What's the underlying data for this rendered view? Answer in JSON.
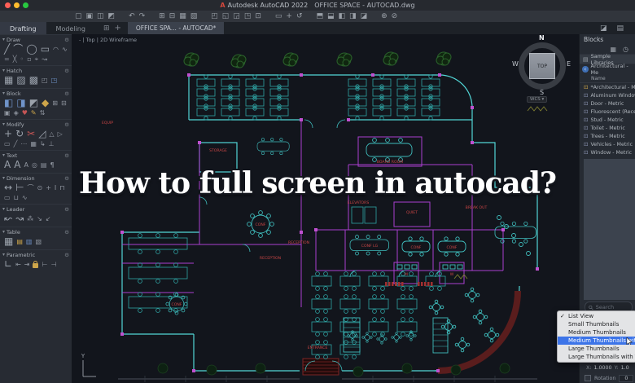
{
  "window": {
    "app_title": "Autodesk AutoCAD 2022",
    "doc_title": "OFFICE SPACE - AUTOCAD.dwg"
  },
  "toolbar": {
    "groups": [
      [
        "▢",
        "▣",
        "◫",
        "◩"
      ],
      [
        "↶",
        "↷"
      ],
      [
        "⊞",
        "⊟",
        "▦",
        "▧"
      ],
      [
        "◰",
        "◱",
        "◲",
        "◳",
        "⊡"
      ],
      [
        "▭",
        "+",
        "↺"
      ],
      [
        "⬒",
        "⬓",
        "◧",
        "◨",
        "◪"
      ],
      [
        "⊕",
        "⊘"
      ]
    ]
  },
  "tabs": {
    "drafting": "Drafting",
    "modeling": "Modeling",
    "overview_icon": "⊞",
    "new_tab": "+",
    "file_tab": "OFFICE SPA... - AUTOCAD*"
  },
  "viewport": {
    "controls": "-  |  Top  |  2D Wireframe"
  },
  "viewcube": {
    "n": "N",
    "e": "E",
    "s": "S",
    "w": "W",
    "top": "TOP",
    "wcs": "WCS ▾"
  },
  "overlay": {
    "title": "How to full screen in autocad?"
  },
  "palette": {
    "sections": [
      {
        "name": "Draw",
        "big": [
          "╱",
          "⌒",
          "◯",
          "▭"
        ],
        "small": [
          "◠",
          "∿",
          "=",
          "╳",
          "◦",
          "▫",
          "⌖",
          "↝"
        ]
      },
      {
        "name": "Hatch",
        "big": [
          "▦",
          "▨",
          "▩"
        ],
        "small": [
          "◰",
          "b:◳"
        ]
      },
      {
        "name": "Block",
        "big": [
          "b:◧",
          "b:◨",
          "◩",
          "g:◆"
        ],
        "small": [
          "⊞",
          "⊟",
          "▣",
          "◈",
          "r:♥",
          "g:✎",
          "⇅"
        ]
      },
      {
        "name": "Modify",
        "big": [
          "+",
          "↻",
          "r:✂",
          "◿"
        ],
        "small": [
          "△",
          "▷",
          "▭",
          "╱",
          "⋯",
          "▦",
          "↳",
          "⊥"
        ]
      },
      {
        "name": "Text",
        "big": [
          "A",
          "A"
        ],
        "small": [
          "A",
          "◎",
          "▤",
          "¶"
        ]
      },
      {
        "name": "Dimension",
        "big": [
          "↔",
          "⊢"
        ],
        "small": [
          "⌒",
          "⊙",
          "+",
          "I",
          "⊓",
          "▭",
          "⊔",
          "∿"
        ]
      },
      {
        "name": "Leader",
        "big": [
          "↜",
          "↝"
        ],
        "small": [
          "⁂",
          "↘",
          "↙"
        ]
      },
      {
        "name": "Table",
        "big": [
          "▦"
        ],
        "small": [
          "g:▤",
          "b:▥",
          "▧"
        ]
      },
      {
        "name": "Parametric",
        "big": [
          "∟"
        ],
        "small": [
          "⇤",
          "⇥",
          "LOCK",
          "⊢",
          "⊣"
        ]
      }
    ]
  },
  "blocks_panel": {
    "title": "Blocks",
    "tabbar_icons": [
      "◪",
      "▤"
    ],
    "header_icons": [
      "▦",
      "◷"
    ],
    "sample_libraries": "Sample Libraries",
    "current_library": "Architectural - Me",
    "name_column": "Name",
    "items": [
      "*Architectural - M...",
      "Aluminum Window...",
      "Door - Metric",
      "Fluorescent (Rece...",
      "Stud - Metric",
      "Toilet - Metric",
      "Trees - Metric",
      "Vehicles - Metric",
      "Window - Metric"
    ]
  },
  "search": {
    "placeholder": "Search"
  },
  "dropdown": {
    "items": [
      {
        "label": "List View",
        "checked": true
      },
      {
        "label": "Small Thumbnails"
      },
      {
        "label": "Medium Thumbnails"
      },
      {
        "label": "Medium Thumbnails wit",
        "highlighted": true
      },
      {
        "label": "Large Thumbnails"
      },
      {
        "label": "Large Thumbnails with T"
      }
    ]
  },
  "transform": {
    "x_label": "X:",
    "x_value": "1.0000",
    "y_label": "Y:",
    "y_value": "1.0",
    "rotation_label": "Rotation",
    "rotation_value": "0"
  },
  "plan": {
    "ucs_y": "Y",
    "labels": {
      "storage": "STORAGE",
      "elevators": "ELEVATORS",
      "reception1": "RECEPTION",
      "reception2": "RECEPTION",
      "conf1": "CONF",
      "conf2": "CONF",
      "conf3": "CONF",
      "conf4": "CONF",
      "conf_lg": "CONF LG",
      "board_room": "BOARD ROOM",
      "break_out": "BREAK OUT",
      "entrance": "ENTRANCE",
      "quiet": "QUIET",
      "mens": "M",
      "womens": "W",
      "equip": "EQUIP"
    }
  },
  "colors": {
    "cad_cyan": "#43c8c8",
    "cad_magenta": "#aa3fd0",
    "cad_red": "#c84545",
    "tree_green": "#2e6b2e",
    "accent_blue": "#3c74e8",
    "maroon": "#5a1d1d"
  }
}
